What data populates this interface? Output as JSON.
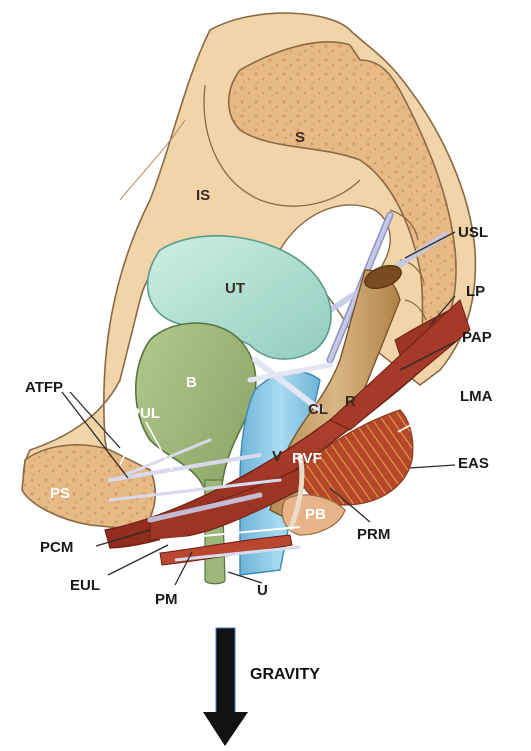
{
  "labels": {
    "S": "S",
    "IS": "IS",
    "UT": "UT",
    "B": "B",
    "CL": "CL",
    "R": "R",
    "V": "V",
    "RVF": "RVF",
    "PB": "PB",
    "PS": "PS",
    "PUL": "PUL",
    "ATFP": "ATFP",
    "USL": "USL",
    "LP": "LP",
    "PAP": "PAP",
    "LMA": "LMA",
    "EAS": "EAS",
    "PRM": "PRM",
    "PCM": "PCM",
    "EUL": "EUL",
    "PM": "PM",
    "U": "U"
  },
  "gravity": {
    "label": "GRAVITY"
  },
  "colors": {
    "bone": "#f0d3a5",
    "bone_outline": "#8a6a45",
    "sacrum_marrow": "#e3b47f",
    "uterus": "#b7e2d6",
    "bladder": "#9fb87c",
    "vagina": "#8cc9e8",
    "rectum": "#c9a46a",
    "muscle": "#a8392a",
    "ligament": "#c9cbe6",
    "arrow": "#111111"
  }
}
